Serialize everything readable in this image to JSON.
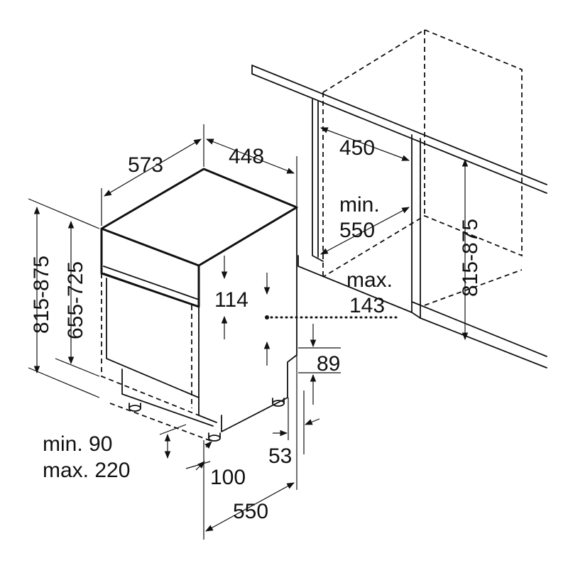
{
  "dimensions": {
    "width_573": "573",
    "depth_448": "448",
    "niche_450": "450",
    "niche_min_line1": "min.",
    "niche_min_line2": "550",
    "height_815_875_left": "815-875",
    "height_655_725": "655-725",
    "panel_114": "114",
    "max_line1": "max.",
    "max_line2": "143",
    "plinth_89": "89",
    "plinth_53": "53",
    "foot_min": "min. 90",
    "foot_max": "max. 220",
    "foot_100": "100",
    "depth_550": "550",
    "niche_height_815_875": "815-875"
  }
}
